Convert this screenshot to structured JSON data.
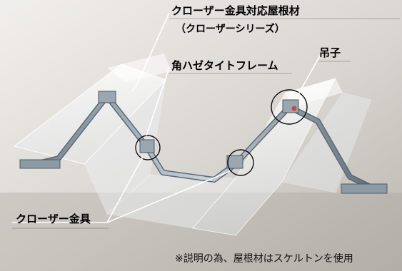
{
  "labels": {
    "closer_roof_material": "クローザー金具対応屋根材",
    "closer_series": "（クローザーシリーズ）",
    "square_seam_frame": "角ハゼタイトフレーム",
    "hanger": "吊子",
    "closer_bracket": "クローザー金具",
    "note": "※説明の為、屋根材はスケルトンを使用"
  }
}
